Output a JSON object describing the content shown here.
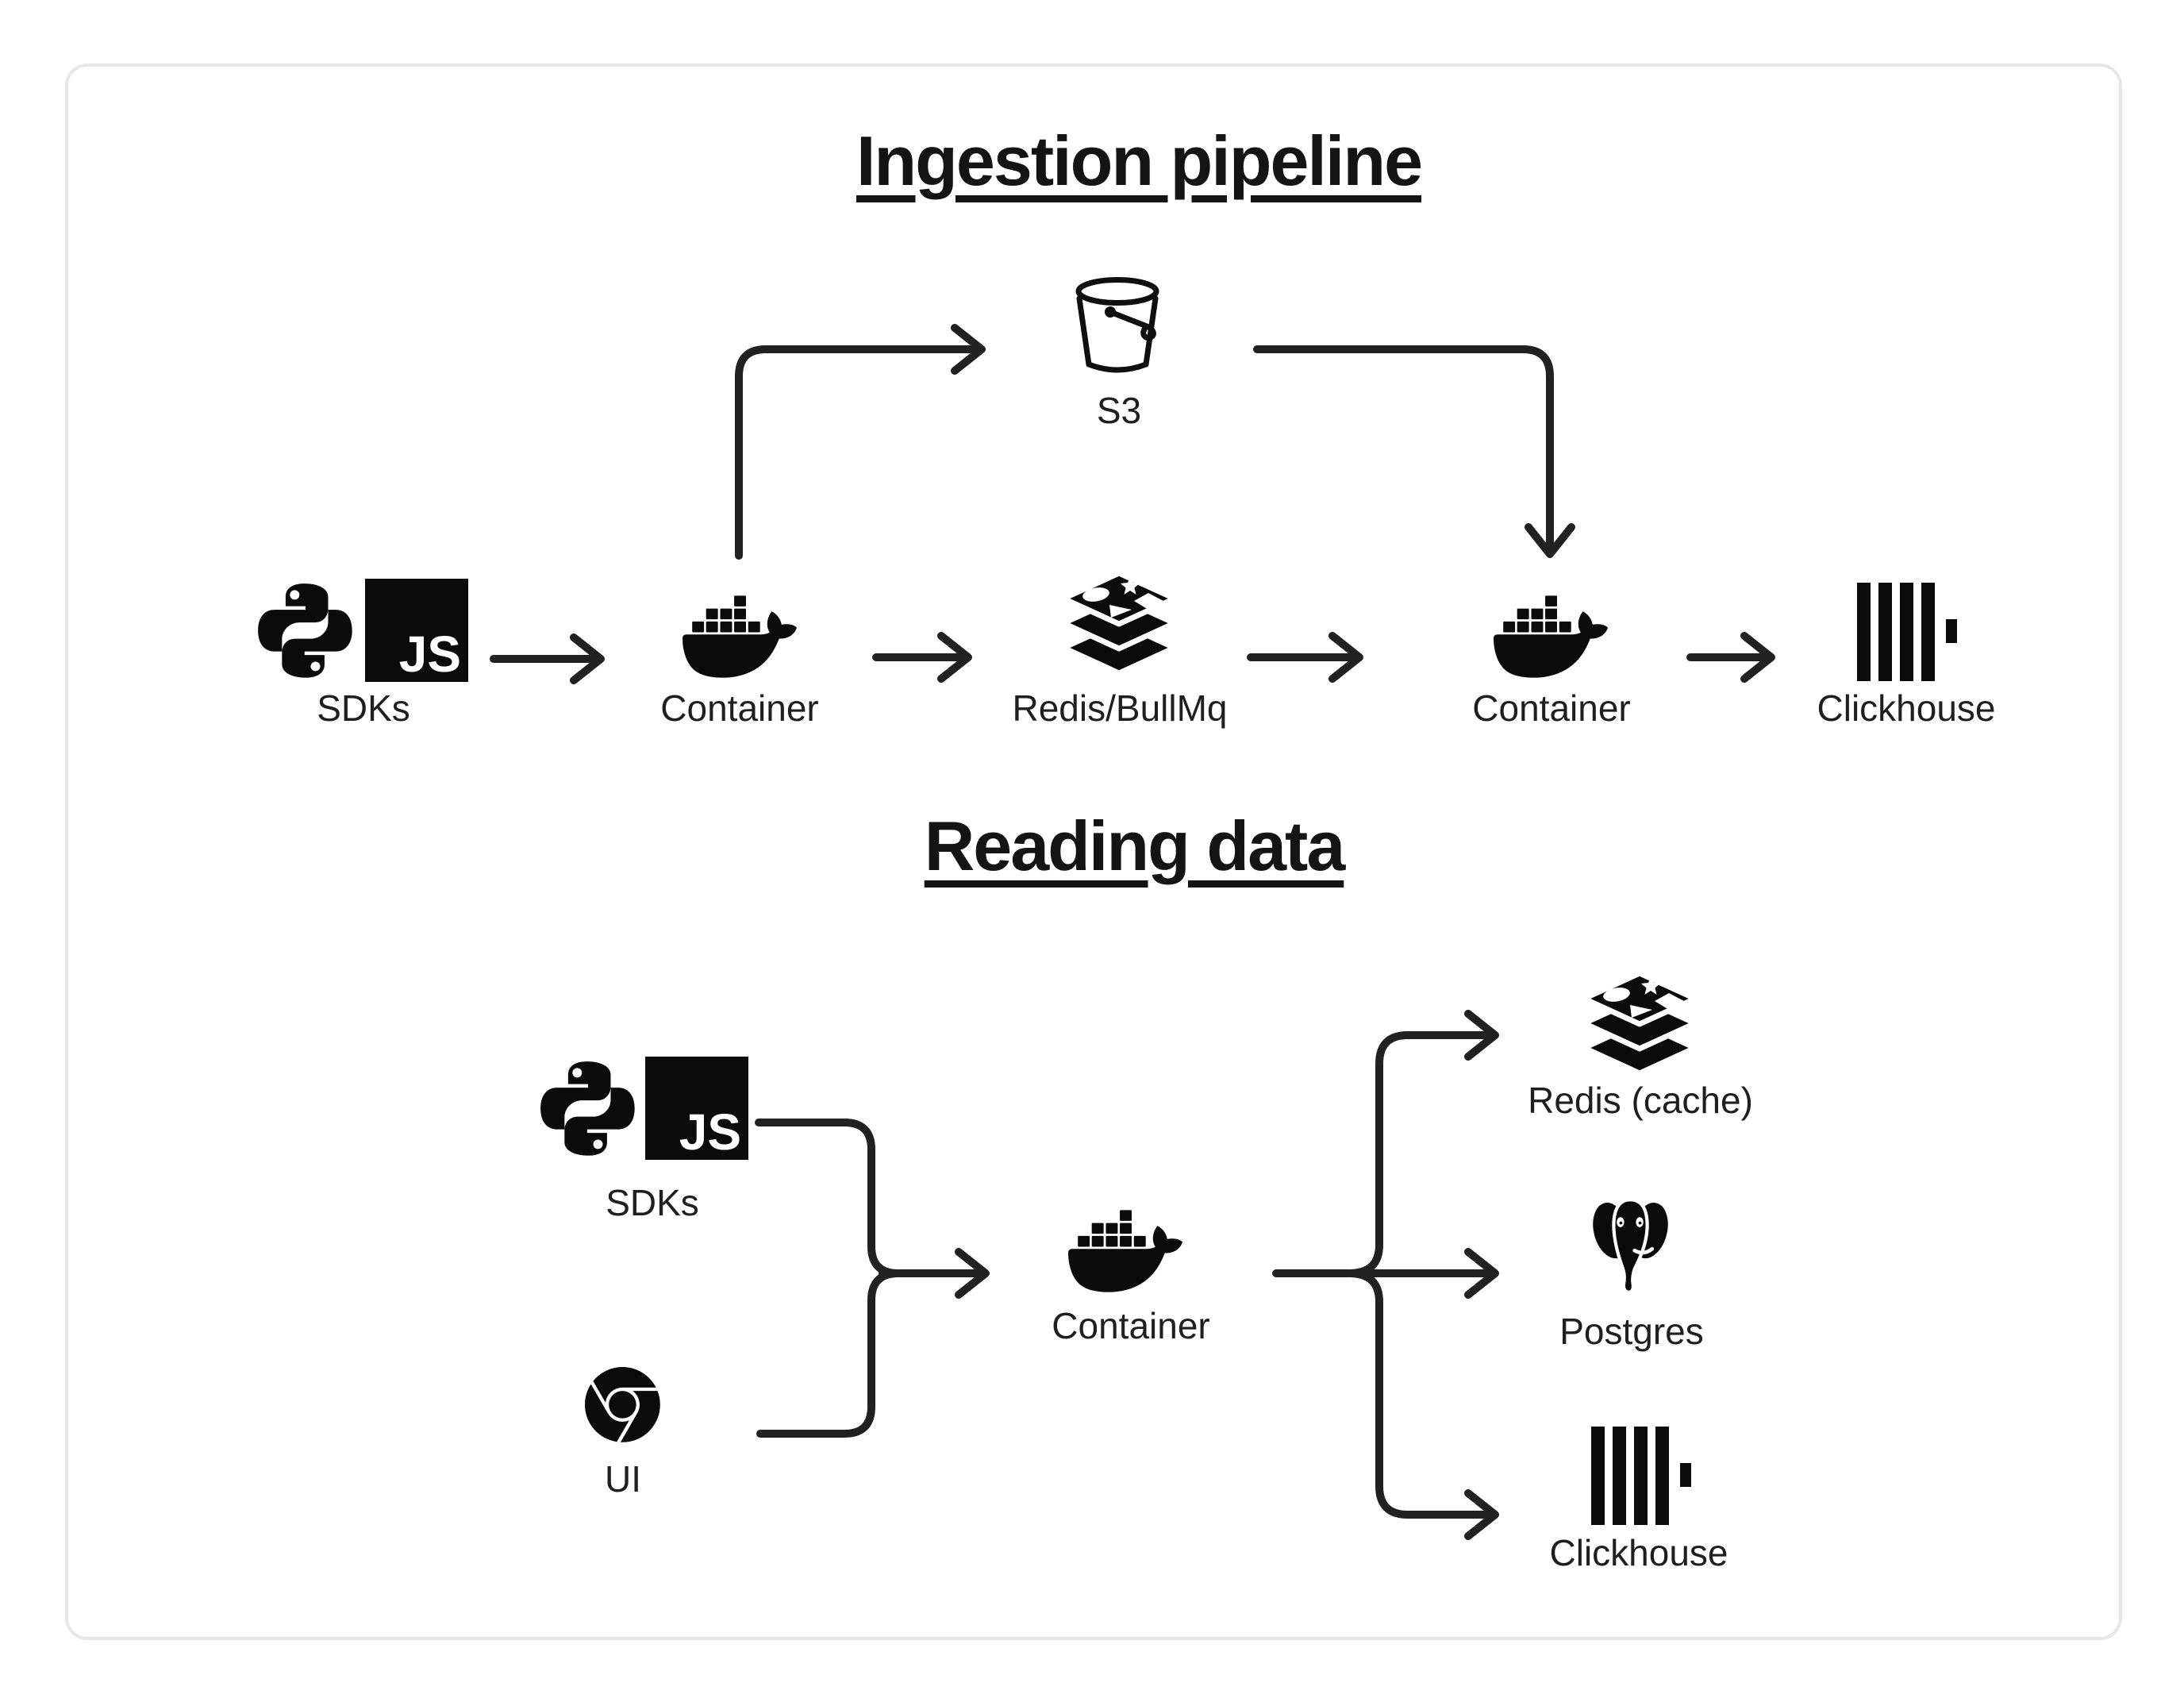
{
  "card": {
    "background": "#ffffff",
    "border_color": "#e7e7e7"
  },
  "colors": {
    "ink": "#0b0b0b",
    "line": "#212121",
    "label": "#1f1f1f",
    "title": "#141414"
  },
  "ingestion": {
    "title": "Ingestion pipeline",
    "labels": {
      "sdks": "SDKs",
      "container_in": "Container",
      "s3": "S3",
      "queue": "Redis/BullMq",
      "container_out": "Container",
      "clickhouse": "Clickhouse"
    },
    "edges": [
      "SDKs → Container",
      "Container → S3",
      "Container → Redis/BullMq",
      "S3 → Container",
      "Redis/BullMq → Container",
      "Container → Clickhouse"
    ]
  },
  "reading": {
    "title": "Reading data",
    "labels": {
      "sdks": "SDKs",
      "ui": "UI",
      "container": "Container",
      "redis_cache": "Redis (cache)",
      "postgres": "Postgres",
      "clickhouse": "Clickhouse"
    },
    "edges": [
      "SDKs → Container",
      "UI → Container",
      "Container → Redis (cache)",
      "Container → Postgres",
      "Container → Clickhouse"
    ]
  },
  "icons": {
    "js_badge_text": "JS"
  }
}
